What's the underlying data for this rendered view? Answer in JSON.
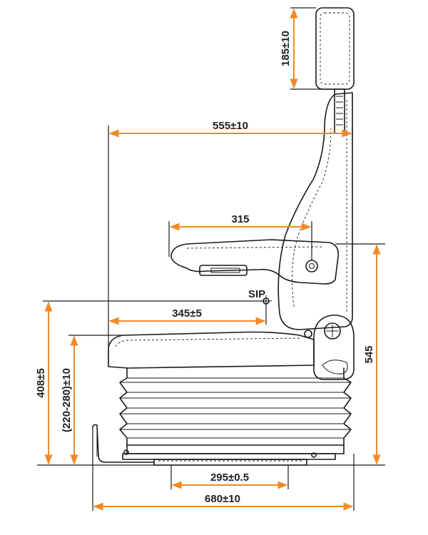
{
  "dimensions": {
    "headrest_height": "185±10",
    "seat_depth_overall": "555±10",
    "armrest_length": "315",
    "sip_to_front": "345±5",
    "sip_label": "SIP",
    "seat_height_total": "408±5",
    "seat_height_adjust": "(220-280)±10",
    "armrest_height": "545",
    "rail_length": "295±0.5",
    "overall_length": "680±10"
  },
  "colors": {
    "dimension_line": "#f08a24",
    "outline": "#1a1a1a",
    "background": "#ffffff"
  }
}
